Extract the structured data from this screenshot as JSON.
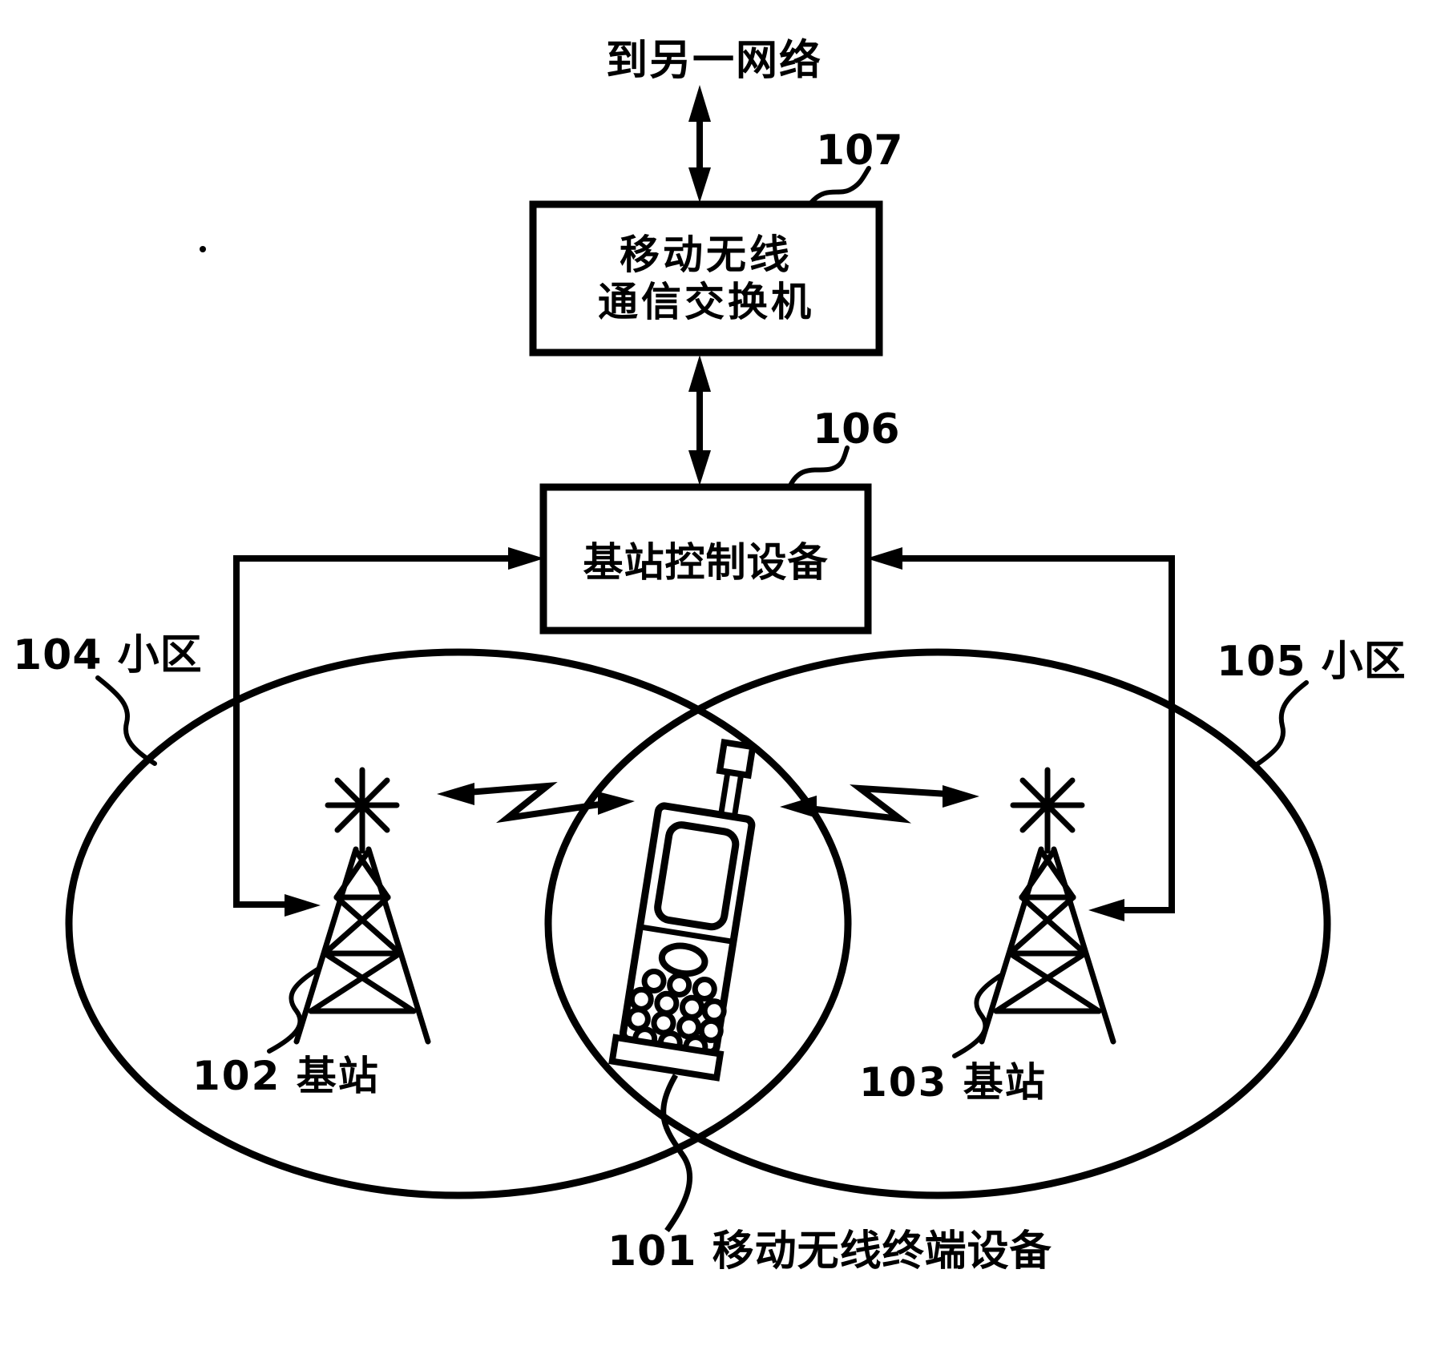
{
  "diagram": {
    "top_network_label": "到另一网络",
    "switch_box": {
      "ref": "107",
      "lines": [
        "移动无线",
        "通信交换机"
      ]
    },
    "controller_box": {
      "ref": "106",
      "label": "基站控制设备"
    },
    "cells": [
      {
        "ref_label": "104 小区"
      },
      {
        "ref_label": "105 小区"
      }
    ],
    "base_stations": [
      {
        "ref_label": "102 基站"
      },
      {
        "ref_label": "103 基站"
      }
    ],
    "mobile_terminal": {
      "ref_label": "101 移动无线终端设备"
    },
    "colors": {
      "ink": "#000000",
      "paper": "#ffffff"
    }
  }
}
